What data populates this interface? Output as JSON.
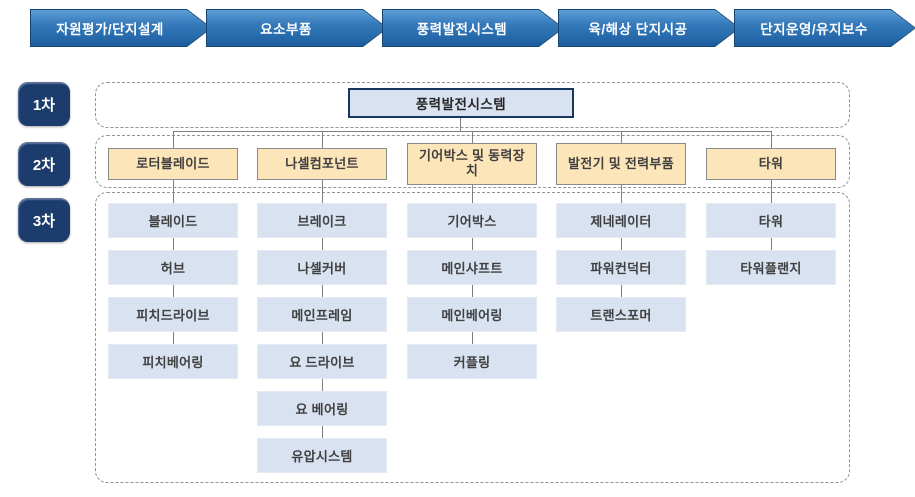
{
  "process": {
    "steps": [
      "자원평가/단지설계",
      "요소부품",
      "풍력발전시스템",
      "육/해상 단지시공",
      "단지운영/유지보수"
    ]
  },
  "tiers": {
    "labels": [
      "1차",
      "2차",
      "3차"
    ],
    "tier1": {
      "title": "풍력발전시스템"
    },
    "tier2": {
      "items": [
        "로터블레이드",
        "나셀컴포넌트",
        "기어박스 및 동력장치",
        "발전기 및 전력부품",
        "타워"
      ]
    },
    "tier3": {
      "columns": [
        [
          "블레이드",
          "허브",
          "피치드라이브",
          "피치베어링"
        ],
        [
          "브레이크",
          "나셀커버",
          "메인프레임",
          "요 드라이브",
          "요 베어링",
          "유압시스템"
        ],
        [
          "기어박스",
          "메인샤프트",
          "메인베어링",
          "커플링"
        ],
        [
          "제네레이터",
          "파워컨덕터",
          "트랜스포머"
        ],
        [
          "타워",
          "타워플랜지"
        ]
      ]
    }
  },
  "colors": {
    "arrow_gradient_top": "#5e9fd6",
    "arrow_gradient_bottom": "#1d5c9d",
    "arrow_border": "#17446f",
    "tier_label_bg": "#1b3c6d",
    "tier1_fill": "#d9e2f0",
    "tier1_border": "#17365d",
    "tier2_fill": "#fce5b9",
    "tier2_border": "#8a8a8a",
    "tier3_fill": "#d9e2f0",
    "connector": "#7f7f7f",
    "dashed_border": "#8f949b"
  }
}
